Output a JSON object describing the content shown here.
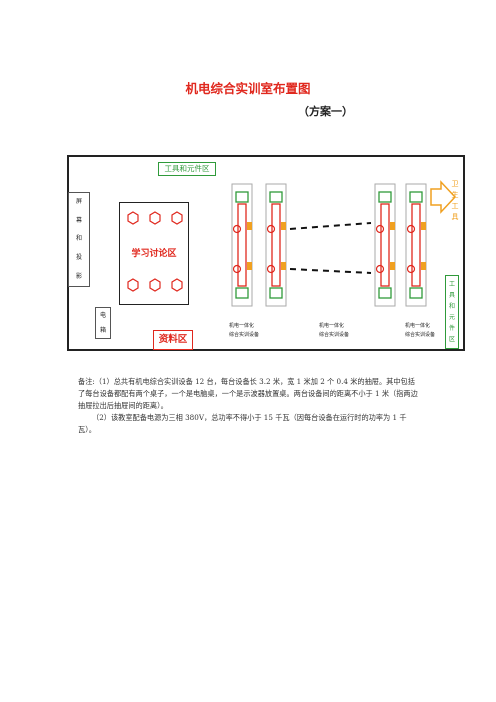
{
  "title": "机电综合实训室布置图",
  "subtitle": "（方案一）",
  "plan": {
    "tools_zone_top": "工具和元件区",
    "screen_zone_chars": [
      "屏",
      "幕",
      "和",
      "投",
      "影"
    ],
    "discussion_zone": "学习讨论区",
    "power_chars": [
      "电",
      "箱"
    ],
    "materials_zone": "资料区",
    "exit_chars": [
      "卫",
      "生",
      "工",
      "具"
    ],
    "tools_zone_right_chars": [
      "工",
      "具",
      "和",
      "元",
      "件",
      "区"
    ],
    "equipment_caption_left": [
      "机电一体化",
      "综合实训设备"
    ],
    "equipment_caption_mid": [
      "机电一体化",
      "综合实训设备"
    ],
    "equipment_caption_right": [
      "机电一体化",
      "综合实训设备"
    ]
  },
  "notes": {
    "line1": "备注:（1）总共有机电综合实训设备 12 台，每台设备长 3.2 米，宽 1 米加 2 个 0.4 米的抽屉。其中包括了每台设备都配有两个桌子，一个是电脑桌，一个是示波器放置桌。两台设备间的距离不小于 1 米（指两边抽屉拉出后抽屉间的距离）。",
    "line2": "（2）该教室配备电源为三相 380V，总功率不得小于 15 千瓦（因每台设备在运行时的功率为 1 千瓦）。"
  },
  "colors": {
    "title": "#e0281e",
    "zone_green": "#2f9a3a",
    "zone_red": "#e0281e",
    "machine_orange": "#f0a020"
  }
}
